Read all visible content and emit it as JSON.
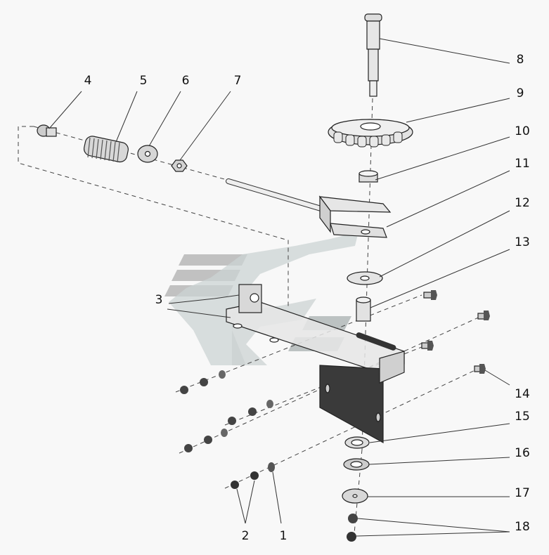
{
  "diagram": {
    "type": "exploded-parts-assembly",
    "watermark": "logo-watermark",
    "callouts": [
      {
        "id": "1",
        "label": "1"
      },
      {
        "id": "2",
        "label": "2"
      },
      {
        "id": "3",
        "label": "3"
      },
      {
        "id": "4",
        "label": "4"
      },
      {
        "id": "5",
        "label": "5"
      },
      {
        "id": "6",
        "label": "6"
      },
      {
        "id": "7",
        "label": "7"
      },
      {
        "id": "8",
        "label": "8"
      },
      {
        "id": "9",
        "label": "9"
      },
      {
        "id": "10",
        "label": "10"
      },
      {
        "id": "11",
        "label": "11"
      },
      {
        "id": "12",
        "label": "12"
      },
      {
        "id": "13",
        "label": "13"
      },
      {
        "id": "14",
        "label": "14"
      },
      {
        "id": "15",
        "label": "15"
      },
      {
        "id": "16",
        "label": "16"
      },
      {
        "id": "17",
        "label": "17"
      },
      {
        "id": "18",
        "label": "18"
      }
    ],
    "parts": {
      "1": "lock-washer",
      "2": "nut",
      "3": "mounting-bracket",
      "4": "bolt",
      "5": "compression-spring",
      "6": "flat-washer",
      "7": "hex-nut",
      "8": "axle-pin",
      "9": "sprocket",
      "10": "bushing",
      "11": "fork-lever-with-rod",
      "12": "washer",
      "13": "spacer-sleeve",
      "14": "bolt",
      "15": "washer",
      "16": "washer",
      "17": "washer",
      "18": "nut"
    }
  }
}
